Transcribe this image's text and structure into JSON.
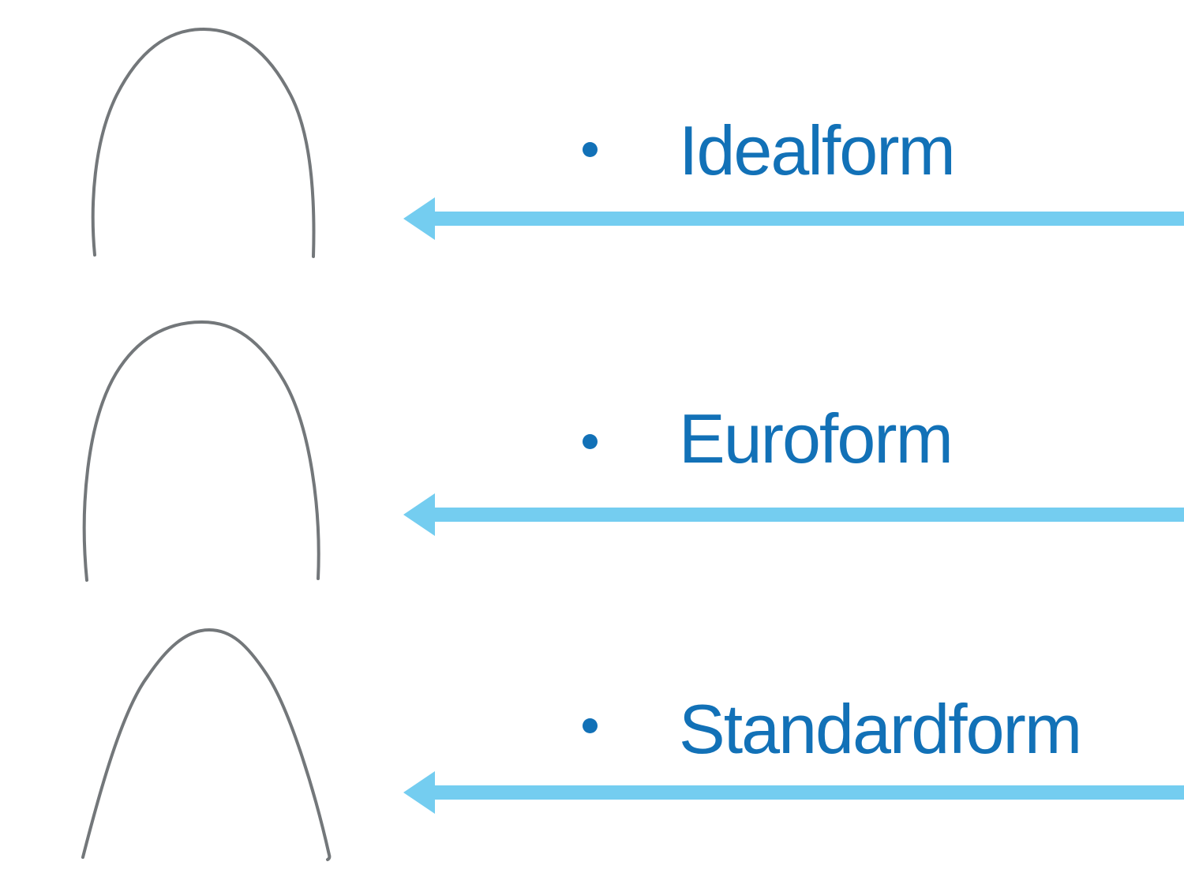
{
  "slide": {
    "background_color": "#FFFFFF"
  },
  "colors": {
    "label_text": "#1271B7",
    "bullet": "#1271B7",
    "arrow": "#74CDF0",
    "wire": "#73777A"
  },
  "items": [
    {
      "label": "Idealform",
      "image": "idealform-archwire",
      "pointer": "left-arrow"
    },
    {
      "label": "Euroform",
      "image": "euroform-archwire",
      "pointer": "left-arrow"
    },
    {
      "label": "Standardform",
      "image": "standardform-archwire",
      "pointer": "left-arrow"
    }
  ]
}
